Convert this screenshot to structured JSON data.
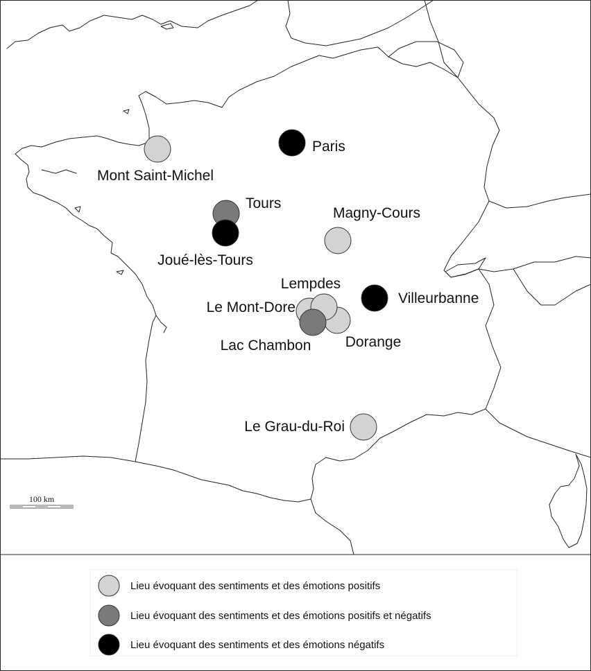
{
  "map": {
    "scale_label": "100 km",
    "places": [
      {
        "name": "Paris",
        "category": "negative"
      },
      {
        "name": "Mont Saint-Michel",
        "category": "positive"
      },
      {
        "name": "Tours",
        "category": "mixed"
      },
      {
        "name": "Joué-lès-Tours",
        "category": "negative"
      },
      {
        "name": "Magny-Cours",
        "category": "positive"
      },
      {
        "name": "Lempdes",
        "category": "positive"
      },
      {
        "name": "Le Mont-Dore",
        "category": "positive"
      },
      {
        "name": "Dorange",
        "category": "positive"
      },
      {
        "name": "Lac Chambon",
        "category": "mixed"
      },
      {
        "name": "Villeurbanne",
        "category": "negative"
      },
      {
        "name": "Le Grau-du-Roi",
        "category": "positive"
      }
    ]
  },
  "legend": {
    "items": [
      {
        "key": "positive",
        "label": "Lieu évoquant des sentiments et des émotions positifs"
      },
      {
        "key": "mixed",
        "label": "Lieu évoquant des sentiments et des émotions positifs et négatifs"
      },
      {
        "key": "negative",
        "label": "Lieu évoquant des sentiments et des émotions négatifs"
      }
    ]
  },
  "colors": {
    "positive": "#d3d3d3",
    "mixed": "#7a7a7a",
    "negative": "#000000",
    "outline": "#333333"
  }
}
